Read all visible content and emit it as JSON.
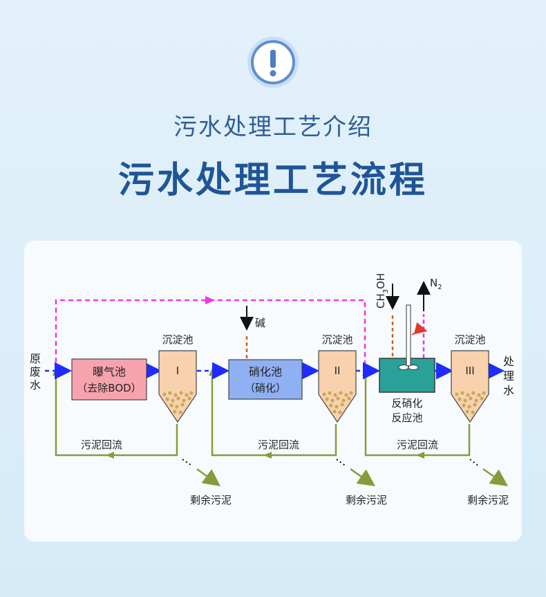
{
  "header": {
    "icon": "exclamation-icon",
    "subtitle": "污水处理工艺介绍",
    "title": "污水处理工艺流程"
  },
  "colors": {
    "background": "#d9edf9",
    "title": "#1f5597",
    "subtitle": "#2f5e96",
    "main_flow": "#1f2bff",
    "bypass_flow": "#f036e6",
    "sludge_return": "#8a9a3a",
    "chemical_feed": "#c8641e",
    "aeration_tank": "#f7a3ad",
    "nitrification_tank": "#8fb0f2",
    "denitrification_tank": "#2aa198",
    "clarifier": "#f8d2ad",
    "sludge": "#c9a85a"
  },
  "diagram": {
    "inlet": [
      "原",
      "废",
      "水"
    ],
    "outlet": [
      "处",
      "理",
      "水"
    ],
    "aeration_tank": {
      "line1": "曝气池",
      "line2": "（去除BOD）"
    },
    "nitrification_tank": {
      "line1": "硝化池",
      "line2": "（硝化）"
    },
    "denitrification_tank": {
      "line1": "反硝化",
      "line2": "反应池"
    },
    "clarifiers": [
      {
        "label": "沉淀池",
        "numeral": "I"
      },
      {
        "label": "沉淀池",
        "numeral": "II"
      },
      {
        "label": "沉淀池",
        "numeral": "III"
      }
    ],
    "alkali": "碱",
    "methanol": {
      "main": "CH",
      "sub": "3",
      "end": "OH"
    },
    "nitrogen": {
      "main": "N",
      "sub": "2"
    },
    "sludge_return": [
      "污泥回流",
      "污泥回流",
      "污泥回流"
    ],
    "excess_sludge": [
      "剩余污泥",
      "剩余污泥",
      "剩余污泥"
    ]
  }
}
